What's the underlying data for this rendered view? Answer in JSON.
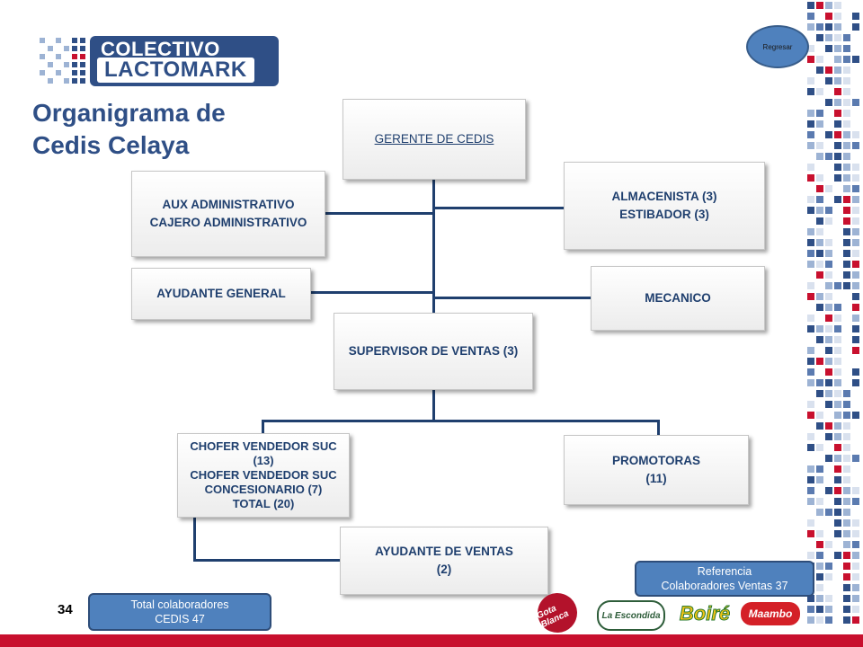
{
  "header": {
    "logo_line1": "COLECTIVO",
    "logo_line2": "LACTOMARK",
    "title": "Organigrama de Cedis Celaya",
    "back_button": "Regresar"
  },
  "org": {
    "gerente": [
      "GERENTE DE CEDIS"
    ],
    "aux": [
      "AUX ADMINISTRATIVO",
      "CAJERO ADMINISTRATIVO"
    ],
    "almacen": [
      "ALMACENISTA (3)",
      "ESTIBADOR (3)"
    ],
    "ayudante_general": [
      "AYUDANTE GENERAL"
    ],
    "mecanico": [
      "MECANICO"
    ],
    "supervisor": [
      "SUPERVISOR DE VENTAS  (3)"
    ],
    "chofer": [
      "CHOFER VENDEDOR SUC",
      "(13)",
      "CHOFER VENDEDOR SUC",
      "CONCESIONARIO  (7)",
      "TOTAL (20)"
    ],
    "promotoras": [
      "PROMOTORAS",
      "(11)"
    ],
    "ayudante_ventas": [
      "AYUDANTE DE VENTAS",
      "(2)"
    ]
  },
  "notes": {
    "referencia": [
      "Referencia",
      "Colaboradores Ventas 37"
    ],
    "total": [
      "Total  colaboradores",
      "CEDIS 47"
    ]
  },
  "page_number": "34",
  "brands": [
    "Gota Blanca",
    "La Escondida",
    "Boiré",
    "Maambo"
  ],
  "colors": {
    "primary": "#2f4f86",
    "line": "#1f3f6e",
    "note": "#4f81bd",
    "accent_red": "#c8102e"
  }
}
